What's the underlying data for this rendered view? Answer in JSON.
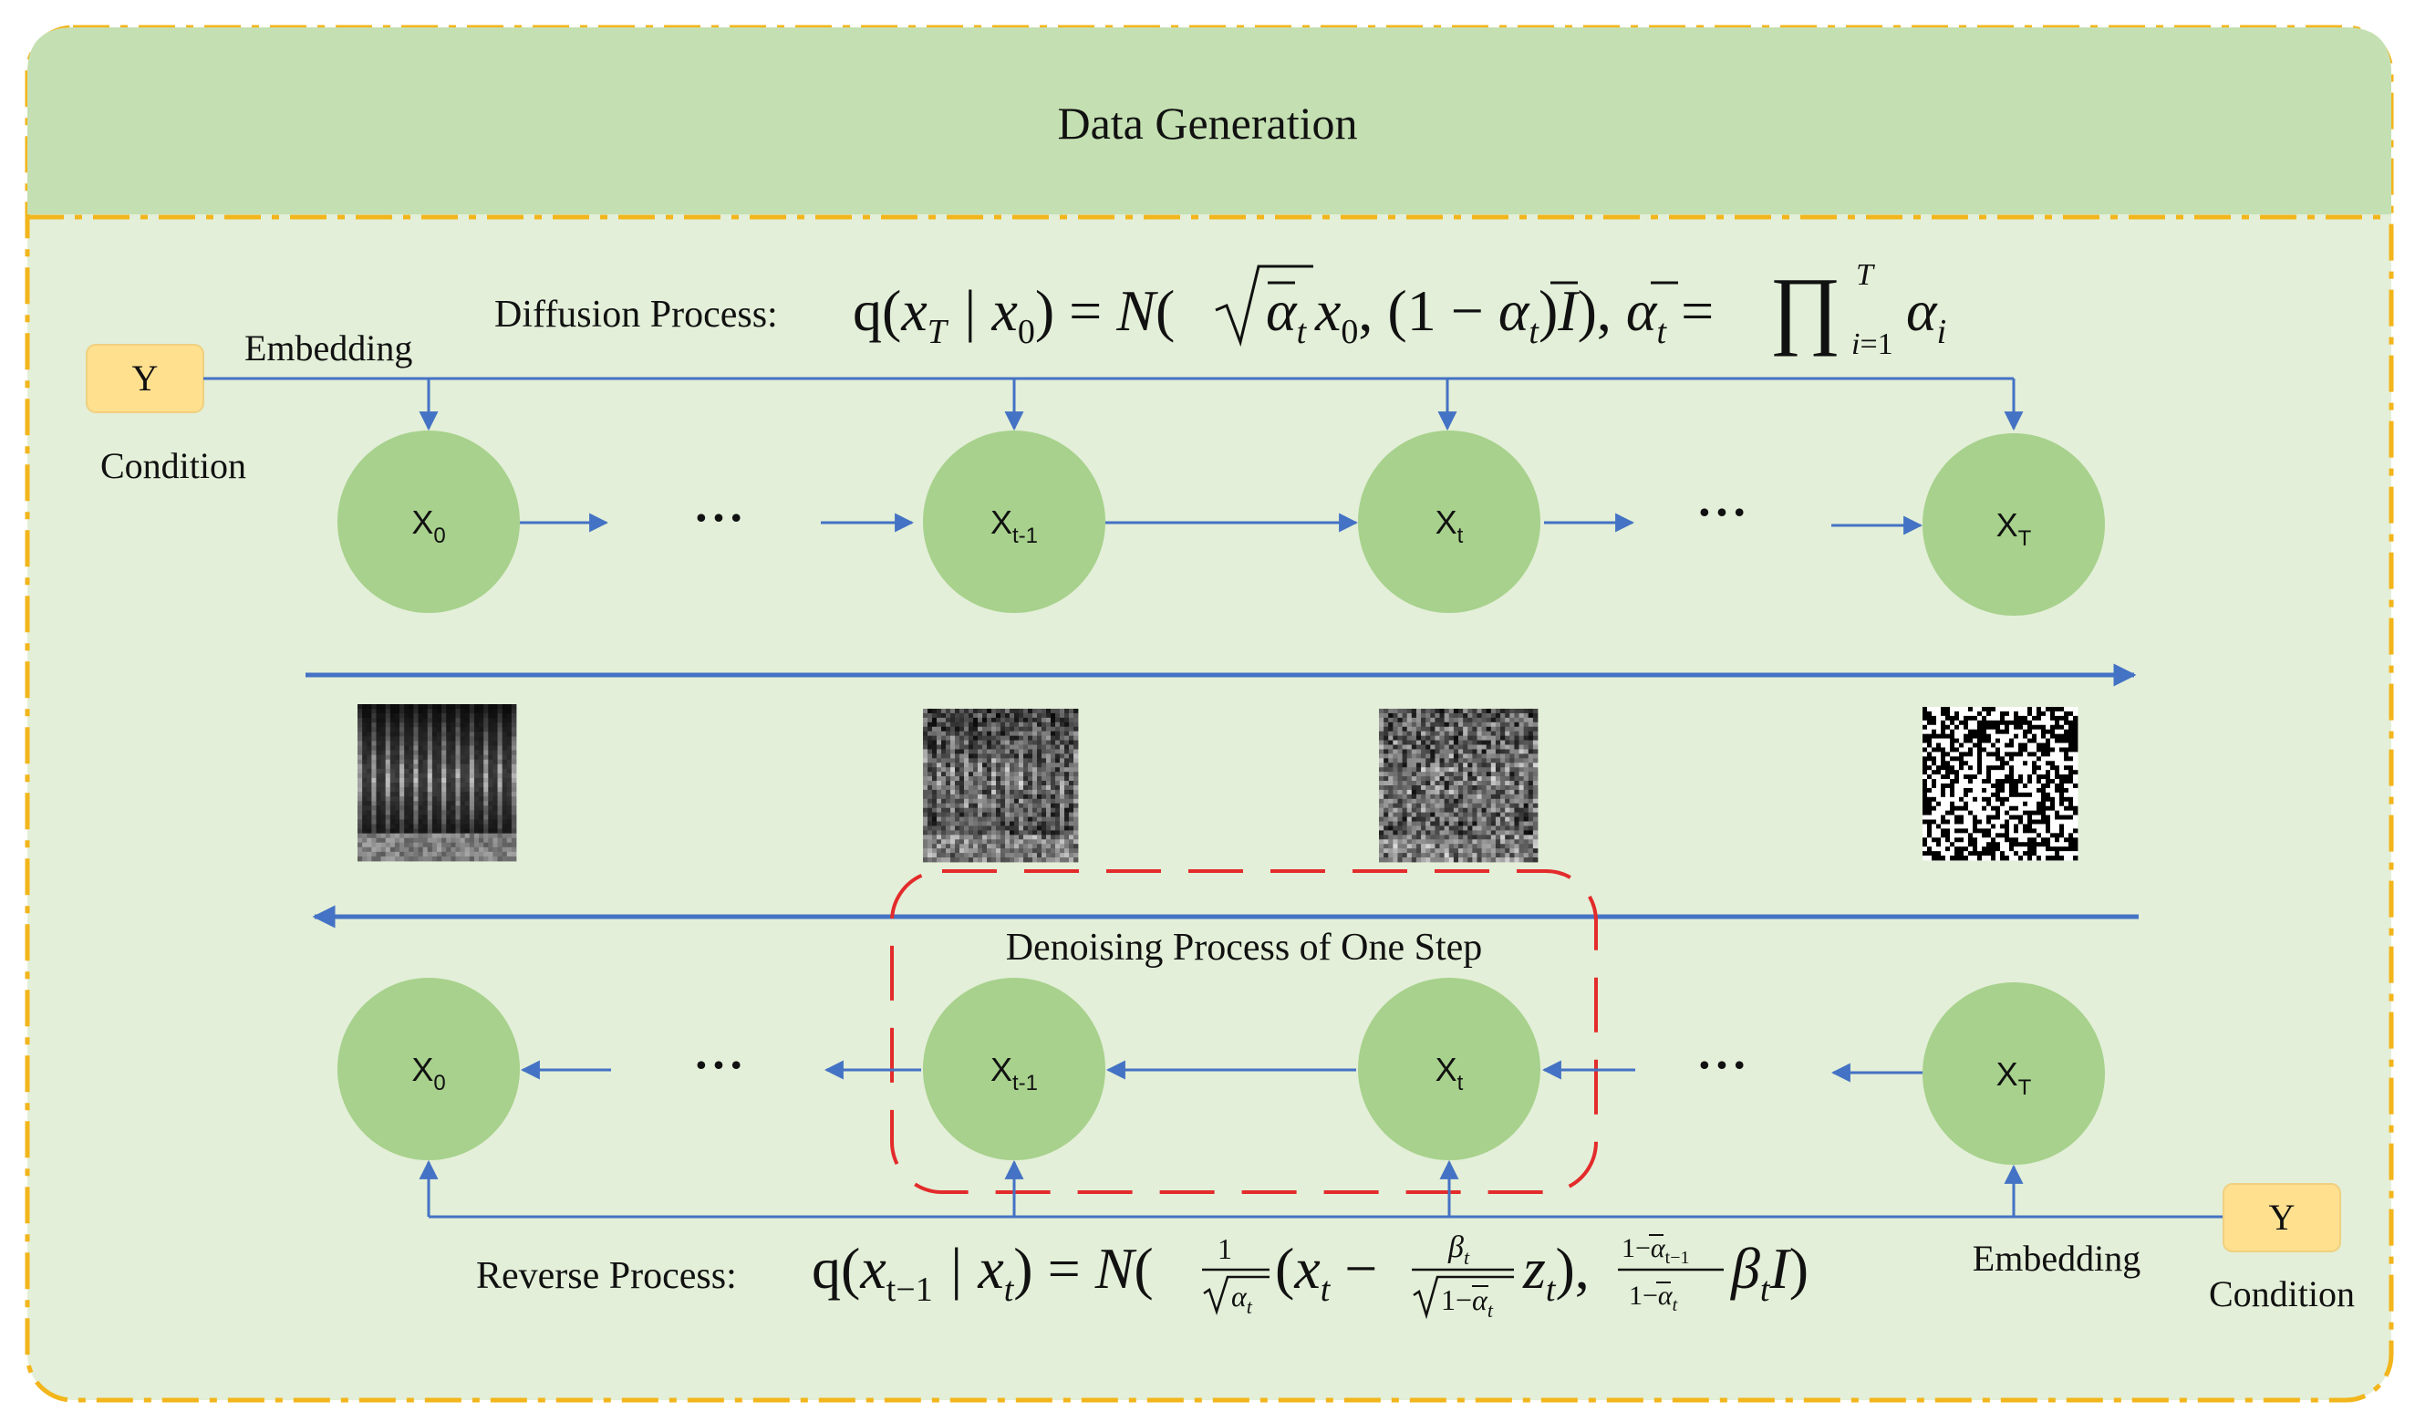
{
  "header": {
    "title": "Data Generation"
  },
  "colors": {
    "frame_border": "#f2b51b",
    "header_fill": "#c4e0b2",
    "panel_fill": "#e3efd8",
    "node_fill": "#a7d18c",
    "arrow": "#4472c4",
    "condition_fill": "#ffe08f",
    "highlight_border": "#e32b2b"
  },
  "diffusion": {
    "label": "Diffusion Process:",
    "formula": "q(x_T | x_0) = N(√ᾱ_t x_0, (1−ᾱ_t)I), ᾱ_t = ∏_{i=1}^{T} α_i",
    "condition_symbol": "Y",
    "condition_label": "Condition",
    "embedding_label": "Embedding",
    "nodes": [
      {
        "base": "X",
        "sub": "0"
      },
      {
        "base": "X",
        "sub": "t-1"
      },
      {
        "base": "X",
        "sub": "t"
      },
      {
        "base": "X",
        "sub": "T"
      }
    ],
    "ellipsis": "• • •"
  },
  "reverse": {
    "label": "Reverse Process:",
    "formula": "q(x_{t−1} | x_t) = N( (1/√α_t)(x_t − β_t/√(1−ᾱ_t) z_t), ((1−ᾱ_{t−1})/(1−ᾱ_t)) β_t I )",
    "highlight_label": "Denoising Process of One Step",
    "condition_symbol": "Y",
    "condition_label": "Condition",
    "embedding_label": "Embedding",
    "nodes": [
      {
        "base": "X",
        "sub": "0"
      },
      {
        "base": "X",
        "sub": "t-1"
      },
      {
        "base": "X",
        "sub": "t"
      },
      {
        "base": "X",
        "sub": "T"
      }
    ],
    "ellipsis": "• • •"
  },
  "images": [
    {
      "name": "clean-spectrogram",
      "noise": 0.0
    },
    {
      "name": "noisy-spectrogram-t-1",
      "noise": 0.45
    },
    {
      "name": "noisy-spectrogram-t",
      "noise": 0.6
    },
    {
      "name": "pure-noise",
      "noise": 1.0
    }
  ]
}
